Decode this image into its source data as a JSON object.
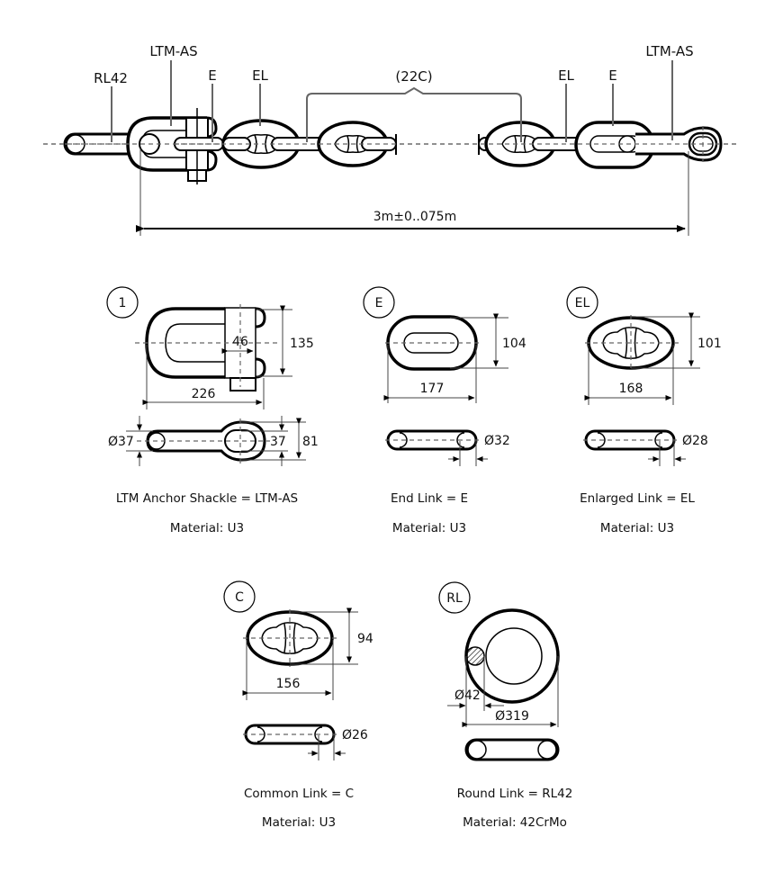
{
  "assembly": {
    "labels": {
      "rl42": "RL42",
      "ltm_as_left": "LTM-AS",
      "e_left": "E",
      "el_left": "EL",
      "common_count": "(22C)",
      "el_right": "EL",
      "e_right": "E",
      "ltm_as_right": "LTM-AS"
    },
    "overall_length": "3m±0..075m"
  },
  "components": [
    {
      "id": "1",
      "name": "LTM Anchor Shackle = LTM-AS",
      "material": "Material: U3",
      "dims": {
        "length": "226",
        "height": "135",
        "pin": "46",
        "dia_left": "Ø37",
        "eye": "37",
        "thickness": "81"
      }
    },
    {
      "id": "E",
      "name": "End Link = E",
      "material": "Material: U3",
      "dims": {
        "length": "177",
        "height": "104",
        "dia": "Ø32"
      }
    },
    {
      "id": "EL",
      "name": "Enlarged Link = EL",
      "material": "Material: U3",
      "dims": {
        "length": "168",
        "height": "101",
        "dia": "Ø28"
      }
    },
    {
      "id": "C",
      "name": "Common Link = C",
      "material": "Material: U3",
      "dims": {
        "length": "156",
        "height": "94",
        "dia": "Ø26"
      }
    },
    {
      "id": "RL",
      "name": "Round Link = RL42",
      "material": "Material: 42CrMo",
      "dims": {
        "bar_dia": "Ø42",
        "outer_dia": "Ø319"
      }
    }
  ]
}
